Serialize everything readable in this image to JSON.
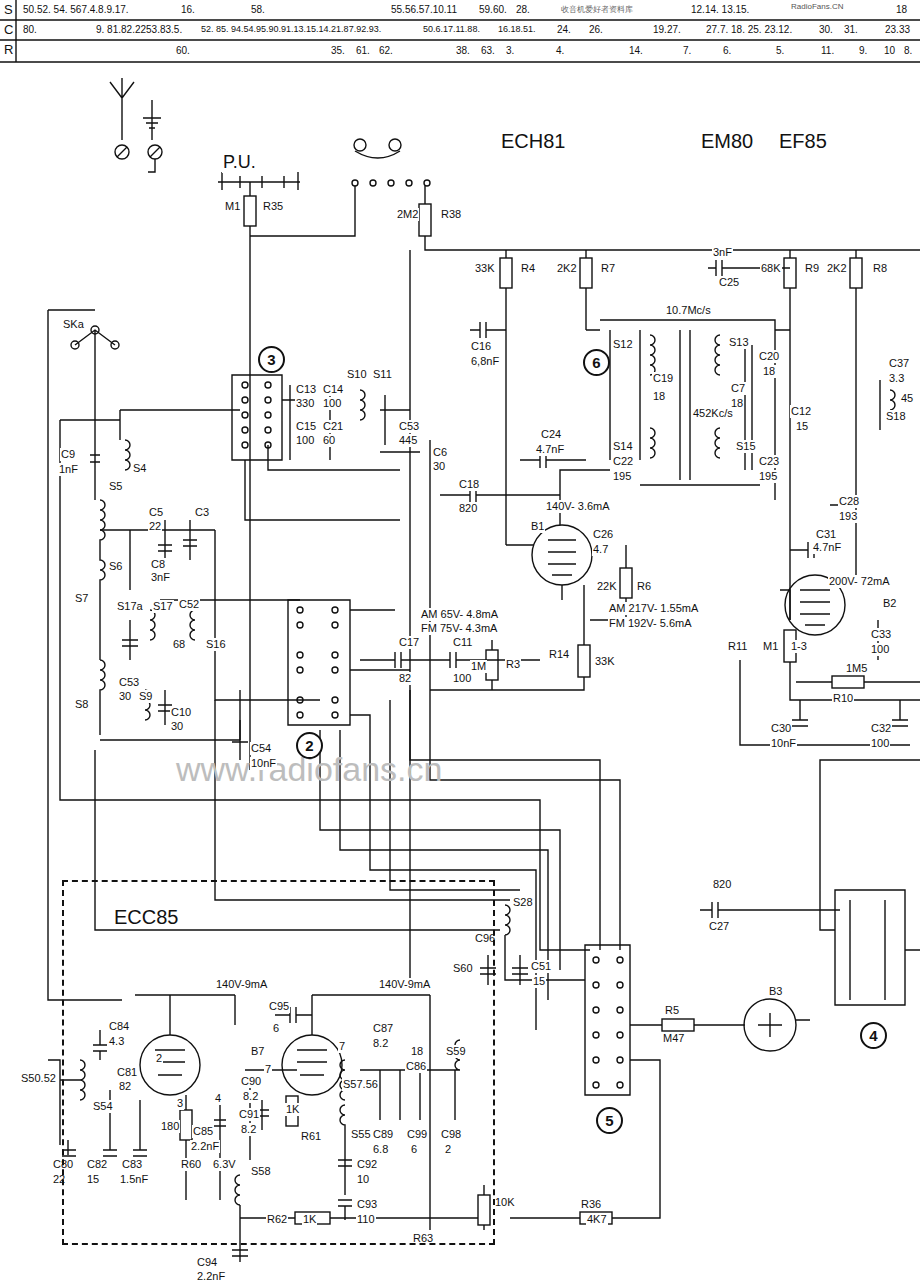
{
  "diagram": {
    "nodes": [
      {
        "text": [
          "3"
        ]
      },
      {
        "text": [
          "6"
        ]
      },
      {
        "text": [
          "2"
        ]
      },
      {
        "text": [
          "ECC85"
        ]
      },
      {
        "text": [
          "5"
        ]
      },
      {
        "text": [
          "4"
        ]
      }
    ],
    "labels": [
      "S",
      "50.52. 54. 567.4.8.9.17.",
      "16.",
      "58.",
      "55.56.57.10.11",
      "59.60.",
      "28.",
      "RadioFans.CN",
      "收音机爱好者资料库",
      "12.14. 13.15.",
      "18",
      "C",
      "80.",
      "9. 81.82.2253.83.5.",
      "52. 85. 94.54.95.90.91.13.15.14.21.87.92.93.",
      "50.6.17.11.88.",
      "16.18.51.",
      "24.",
      "26.",
      "19.27.",
      "27.7. 18. 25. 23.12.",
      "30.",
      "31.",
      "23.33",
      "R",
      "60.",
      "35.",
      "61.",
      "62.",
      "38.",
      "63.",
      "3.",
      "4.",
      "14.",
      "7.",
      "6.",
      "5.",
      "11.",
      "9.",
      "10",
      "8.",
      "P.U.",
      "ECH81",
      "EM80",
      "EF85",
      "M1",
      "R35",
      "2M2",
      "R38",
      "33K",
      "R4",
      "2K2",
      "R7",
      "3nF",
      "C25",
      "68K",
      "R9",
      "2K2",
      "R8",
      "SKa",
      "C9",
      "1nF",
      "S4",
      "C16",
      "6,8nF",
      "10.7Mc/s",
      "S12",
      "S13",
      "C19",
      "18",
      "C20",
      "18",
      "C7",
      "18",
      "C12",
      "15",
      "452Kc/s",
      "S14",
      "S15",
      "C22",
      "195",
      "C23",
      "195",
      "C13",
      "330",
      "C14",
      "100",
      "S10",
      "S11",
      "C15",
      "100",
      "C21",
      "60",
      "C53",
      "445",
      "C6",
      "30",
      "C24",
      "4.7nF",
      "C18",
      "820",
      "140V- 3.6mA",
      "B1",
      "C26",
      "4.7",
      "22K",
      "R6",
      "C5",
      "22",
      "C3",
      "S5",
      "S6",
      "S7",
      "C8",
      "3nF",
      "C37",
      "3.3",
      "45",
      "S18",
      "C28",
      "193",
      "C31",
      "4.7nF",
      "200V- 72mA",
      "B2",
      "1-3",
      "C33",
      "100",
      "1M5",
      "R10",
      "C30",
      "10nF",
      "C32",
      "100",
      "R11",
      "M1",
      "AM 65V- 4.8mA",
      "FM 75V- 4.3mA",
      "AM 217V- 1.55mA",
      "FM 192V- 5.6mA",
      "S17a",
      "S17",
      "C52",
      "68",
      "S16",
      "C53",
      "30",
      "S8",
      "S9",
      "C10",
      "30",
      "C17",
      "82",
      "C11",
      "100",
      "1M",
      "R3",
      "R14",
      "33K",
      "C54",
      "10nF",
      "www.radiofans.cn",
      "140V-9mA",
      "140V-9mA",
      "C84",
      "4.3",
      "2",
      "S50.52",
      "C81",
      "82",
      "S54",
      "C80",
      "22",
      "C82",
      "15",
      "C83",
      "1.5nF",
      "R60",
      "180",
      "3",
      "4",
      "C85",
      "2.2nF",
      "6.3V",
      "C95",
      "6",
      "B7",
      "7",
      "C90",
      "8.2",
      "C91",
      "8.2",
      "1K",
      "R61",
      "7",
      "S57.56",
      "C87",
      "8.2",
      "18",
      "C86",
      "S59",
      "S55",
      "C89",
      "6.8",
      "C99",
      "6",
      "C98",
      "2",
      "C92",
      "10",
      "C93",
      "110",
      "S58",
      "R63",
      "10K",
      "C94",
      "2.2nF",
      "1K",
      "R62",
      "R36",
      "4K7",
      "S28",
      "C96",
      "S60",
      "C51",
      "15",
      "820",
      "C27",
      "R5",
      "M47",
      "B3"
    ]
  }
}
